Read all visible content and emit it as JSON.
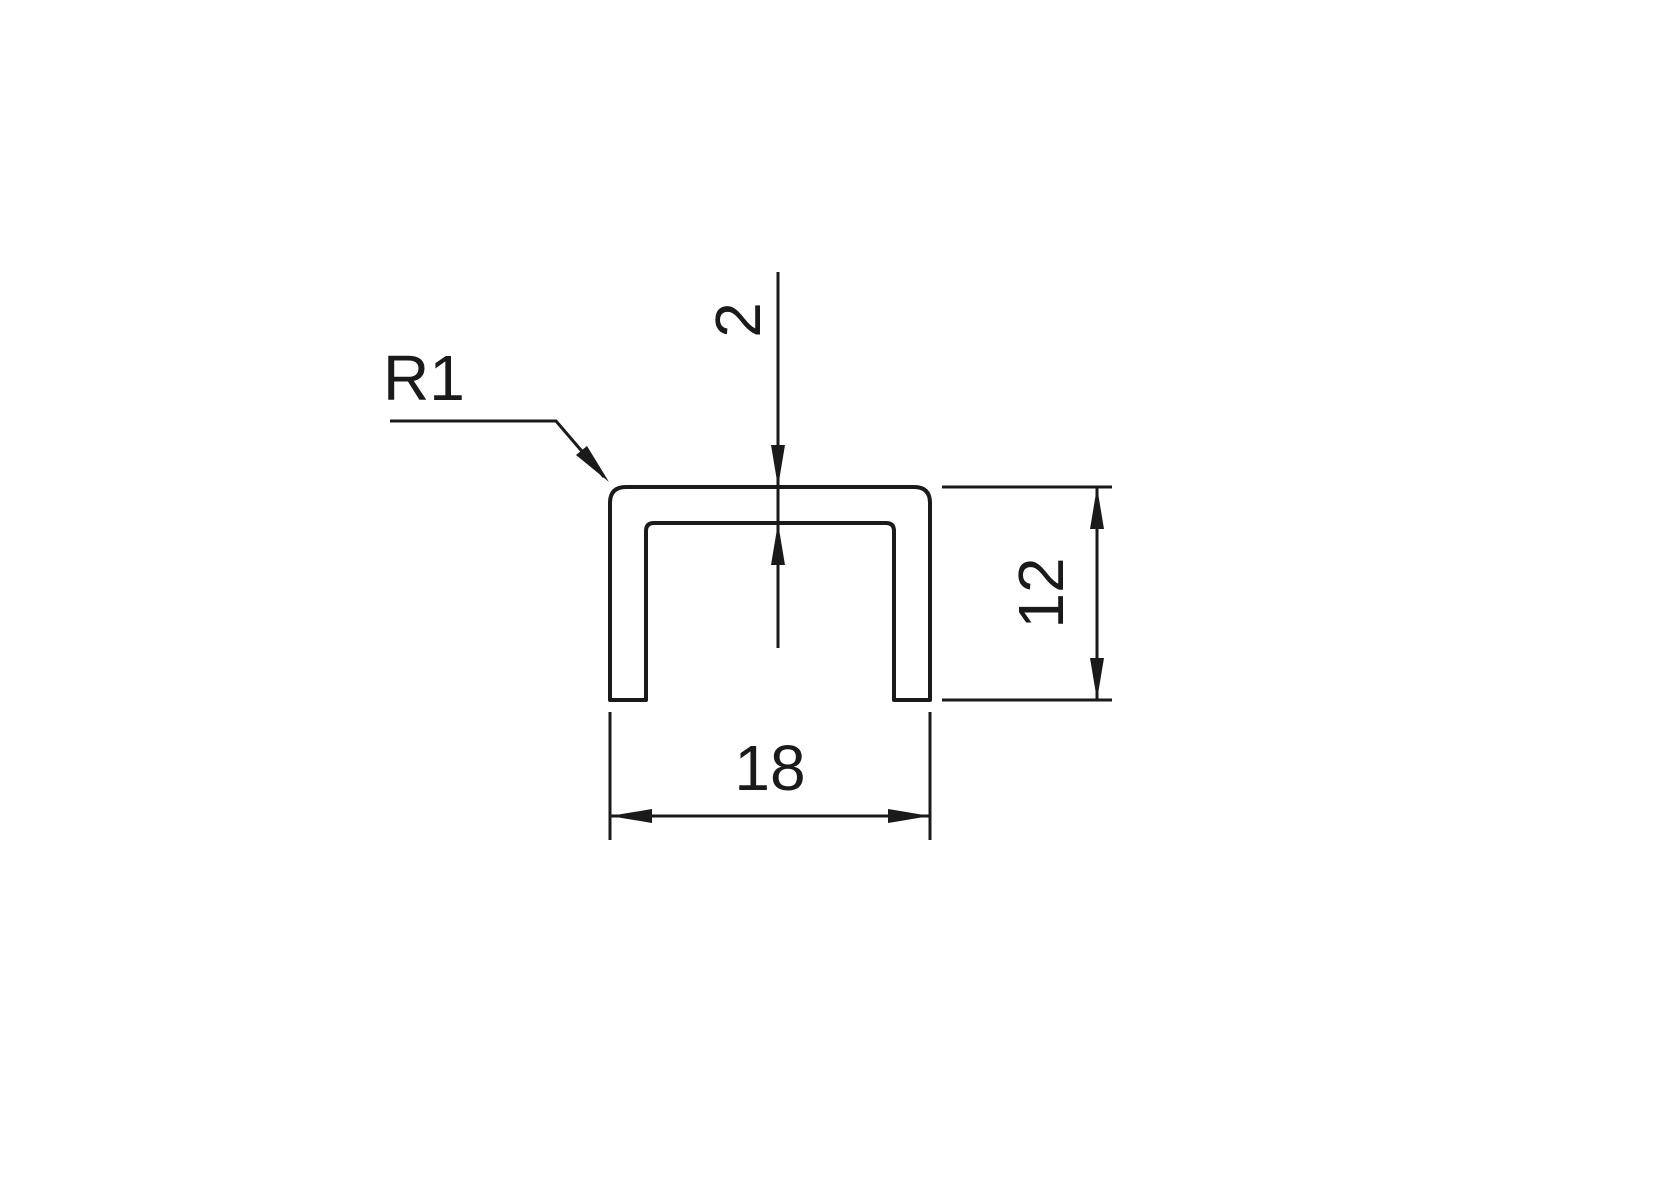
{
  "drawing": {
    "dimensions": {
      "corner_radius_label": "R1",
      "wall_thickness_label": "2",
      "height_label": "12",
      "width_label": "18"
    },
    "colors": {
      "line": "#1a1a1a",
      "background": "#ffffff"
    }
  }
}
